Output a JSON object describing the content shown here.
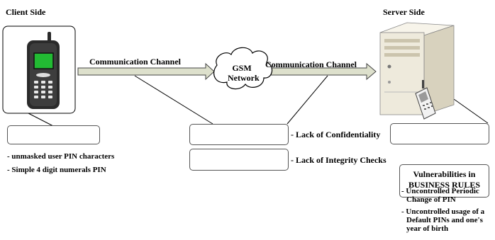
{
  "client": {
    "title": "Client Side"
  },
  "server": {
    "title": "Server Side"
  },
  "channel_left": {
    "label": "Communication Channel"
  },
  "channel_right": {
    "label": "Communication Channel"
  },
  "network": {
    "line1": "GSM",
    "line2": "Network"
  },
  "middle": {
    "confidentiality": "- Lack of Confidentiality",
    "integrity": "- Lack of Integrity Checks"
  },
  "client_vulns": [
    "- unmasked user PIN characters",
    "- Simple 4 digit numerals PIN"
  ],
  "server_box": {
    "line1": "Vulnerabilities in",
    "line2": "BUSINESS RULES"
  },
  "server_vulns": [
    {
      "l1": "- Uncontrolled Periodic",
      "l2": "Change of PIN"
    },
    {
      "l1": "- Uncontrolled usage of a",
      "l2": "Default PINs and one's",
      "l3": "year of birth"
    }
  ],
  "colors": {
    "arrow_fill": "#dde0cc",
    "phone_screen": "#22bb33",
    "phone_body": "#2a2a2a",
    "server_body": "#eeeadc"
  }
}
